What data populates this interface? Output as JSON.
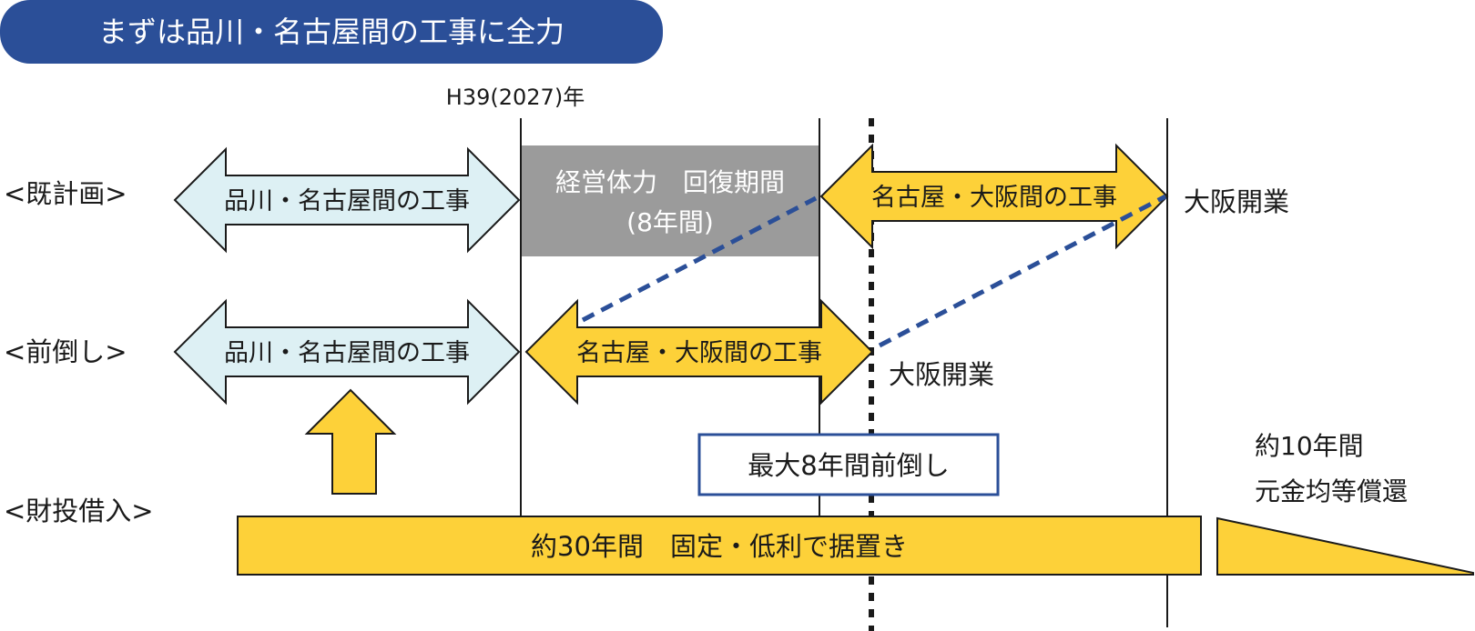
{
  "header": {
    "title": "まずは品川・名古屋間の工事に全力",
    "color": "#2b4f98"
  },
  "timeline": {
    "year_label": "H39(2027)年"
  },
  "rows": {
    "existing_plan": {
      "label": "<既計画>",
      "shinagawa_nagoya": "品川・名古屋間の工事",
      "recovery_line1": "経営体力　回復期間",
      "recovery_line2": "(8年間)",
      "nagoya_osaka": "名古屋・大阪間の工事",
      "osaka_opening": "大阪開業"
    },
    "advanced": {
      "label": "<前倒し>",
      "shinagawa_nagoya": "品川・名古屋間の工事",
      "nagoya_osaka": "名古屋・大阪間の工事",
      "osaka_opening": "大阪開業",
      "advance_box": "最大8年間前倒し"
    },
    "loan": {
      "label": "<財投借入>",
      "bar": "約30年間　固定・低利で据置き",
      "repay_line1": "約10年間",
      "repay_line2": "元金均等償還"
    }
  },
  "colors": {
    "light_arrow": "#ddf0f4",
    "yellow": "#fdd139",
    "gray_box": "#9b9b9b",
    "dash": "#2b4f98",
    "box_border": "#2b4f98"
  }
}
